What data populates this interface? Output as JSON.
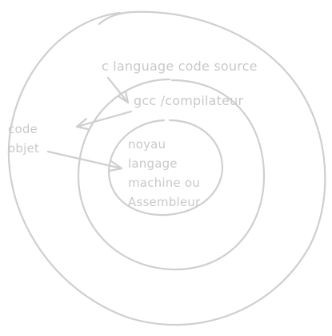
{
  "diagram": {
    "colors": {
      "stroke": "#cfcfcf",
      "text": "#c8c8c8",
      "background": "#ffffff"
    },
    "labels": {
      "source": "c language code source",
      "compiler": "gcc /compilateur",
      "object_line1": "code",
      "object_line2": "objet",
      "kernel_line1": "noyau",
      "kernel_line2": "langage",
      "kernel_line3": "machine ou",
      "kernel_line4": "Assembleur"
    }
  }
}
